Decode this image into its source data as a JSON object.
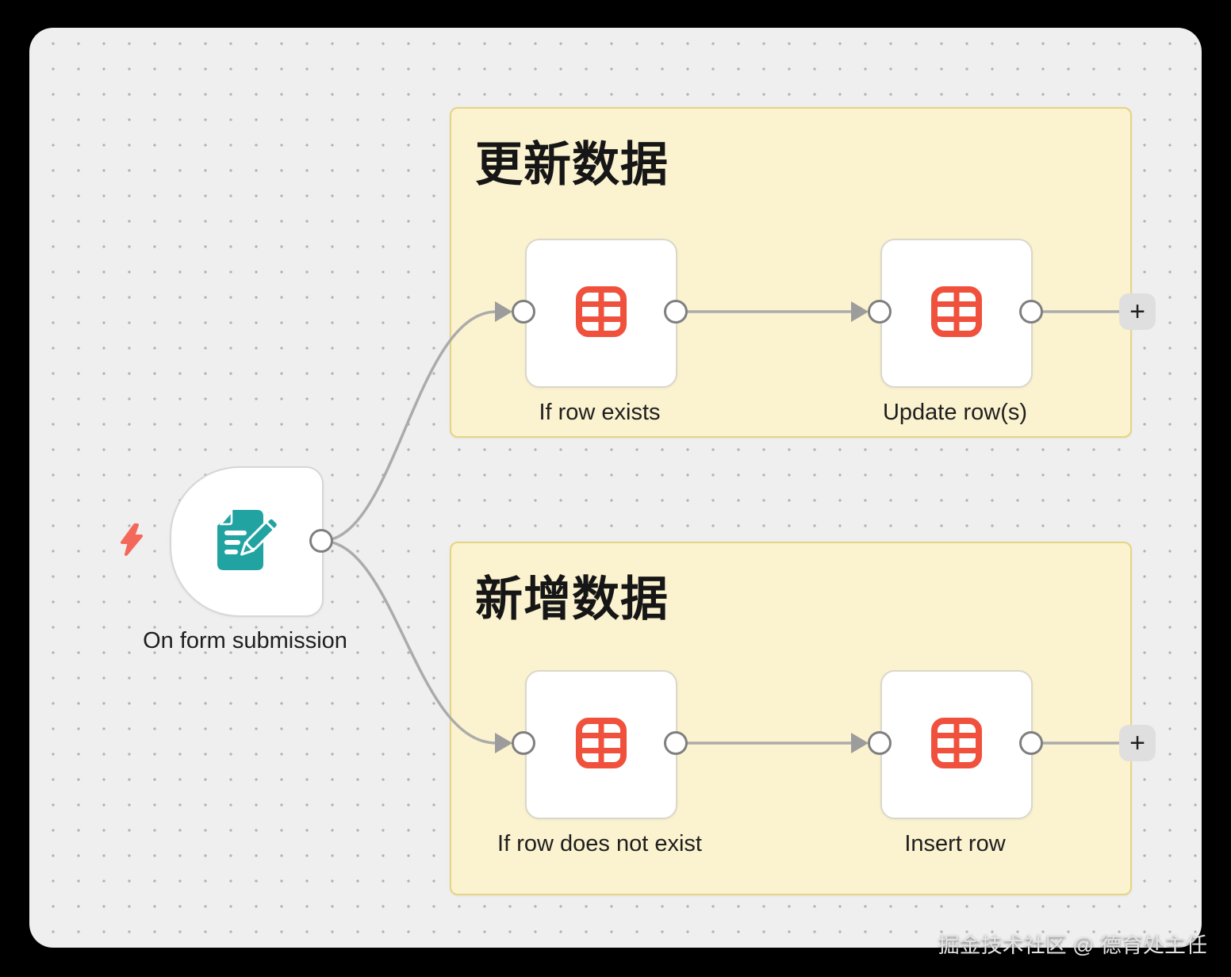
{
  "canvas": {
    "watermark": "掘金技术社区 @ 德育处主任"
  },
  "trigger": {
    "label": "On form submission",
    "icon": "form-pencil-icon",
    "badge_icon": "lightning-bolt-icon"
  },
  "groups": [
    {
      "title": "更新数据",
      "add_button_label": "+",
      "nodes": [
        {
          "label": "If row exists",
          "icon": "table-icon"
        },
        {
          "label": "Update row(s)",
          "icon": "table-icon"
        }
      ]
    },
    {
      "title": "新增数据",
      "add_button_label": "+",
      "nodes": [
        {
          "label": "If row does not exist",
          "icon": "table-icon"
        },
        {
          "label": "Insert row",
          "icon": "table-icon"
        }
      ]
    }
  ],
  "colors": {
    "canvas_bg": "#EFEFEF",
    "group_fill": "#FBF2CF",
    "group_border": "#E5D484",
    "node_icon_red": "#F0513D",
    "trigger_teal": "#21A3A2",
    "bolt_coral": "#F4685C",
    "connector_gray": "#ABABAB"
  }
}
